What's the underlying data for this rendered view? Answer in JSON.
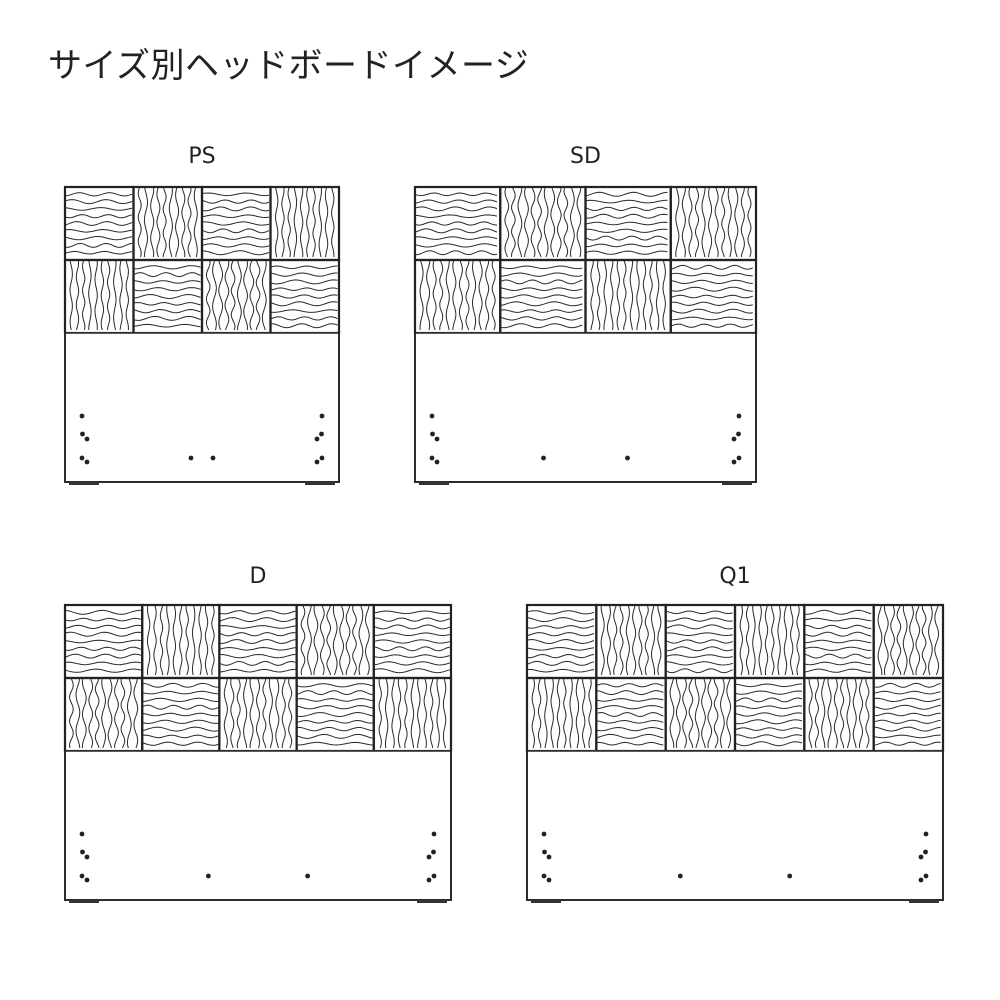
{
  "title": "サイズ別ヘッドボードイメージ",
  "boards": [
    {
      "label": "PS",
      "columns": 4,
      "bolts": "pair",
      "feet": "square"
    },
    {
      "label": "SD",
      "columns": 4,
      "bolts": "spread",
      "feet": "square"
    },
    {
      "label": "D",
      "columns": 5,
      "bolts": "spread",
      "feet": "square"
    },
    {
      "label": "Q1",
      "columns": 6,
      "bolts": "spread",
      "feet": "square"
    }
  ]
}
